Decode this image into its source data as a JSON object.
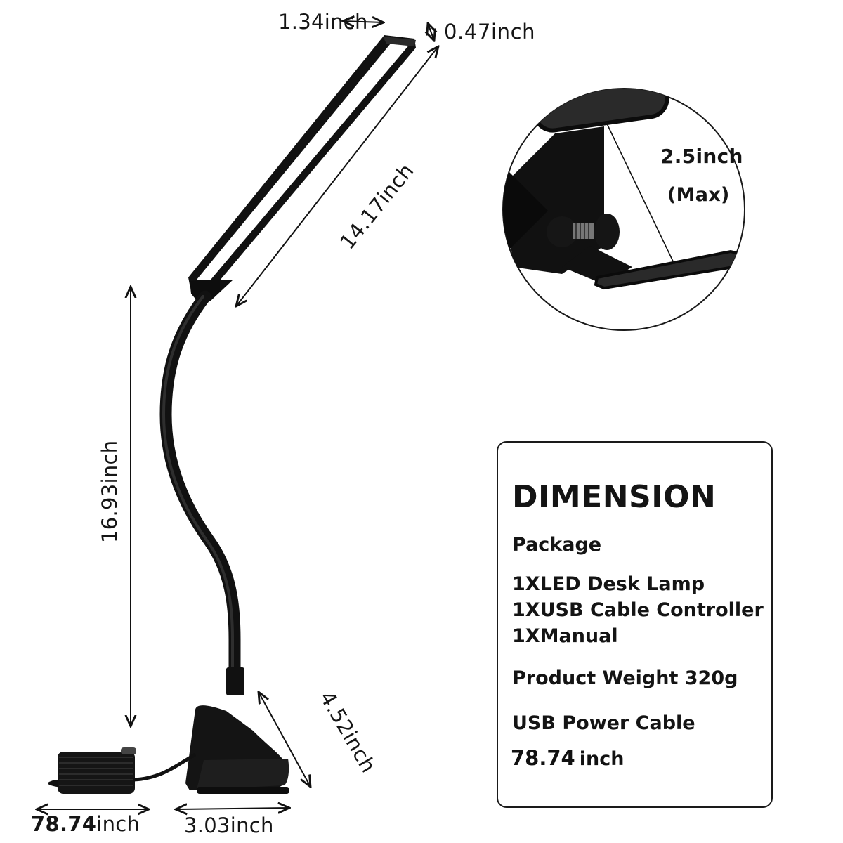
{
  "image": {
    "subject": "LED clip-on desk lamp dimension diagram",
    "background": "#ffffff",
    "ink_color": "#141414"
  },
  "measurements": {
    "head_width": "1.34inch",
    "head_thickness": "0.47inch",
    "head_length": "14.17inch",
    "gooseneck_height": "16.93inch",
    "clip_height": "4.52inch",
    "clip_width": "3.03inch",
    "cable_length_number": "78.74",
    "cable_length_unit": "inch"
  },
  "clip_detail": {
    "opening_value": "2.5inch",
    "opening_note": "(Max)"
  },
  "dimension_box": {
    "title": "DIMENSION",
    "package_heading": "Package",
    "package_items": [
      "1XLED Desk Lamp",
      "1XUSB Cable Controller",
      "1XManual"
    ],
    "weight": "Product Weight 320g",
    "cable_heading": "USB Power Cable",
    "cable_length_number": "78.74",
    "cable_length_unit": "inch"
  }
}
